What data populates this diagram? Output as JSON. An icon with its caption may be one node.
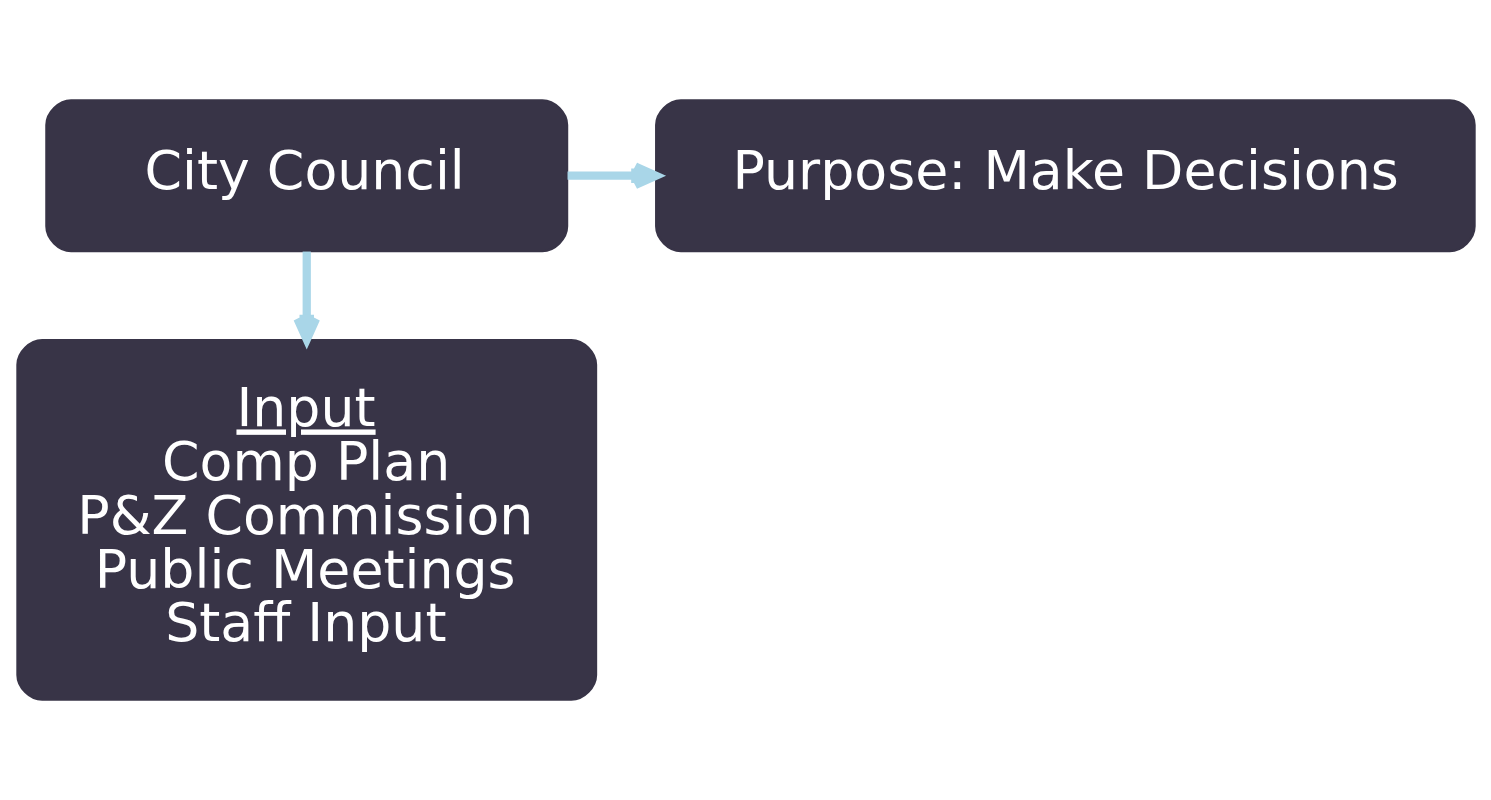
{
  "diagram": {
    "nodes": [
      {
        "text": [
          "City Council"
        ]
      },
      {
        "text": [
          "Purpose: Make Decisions"
        ]
      },
      {
        "text": [
          "Input",
          "Comp Plan",
          "P&Z Commission",
          "Public Meetings",
          "Staff Input"
        ]
      }
    ],
    "edges": [
      {
        "from": 0,
        "to": 1,
        "arrow": "to"
      },
      {
        "from": 0,
        "to": 2,
        "arrow": "to"
      }
    ]
  }
}
